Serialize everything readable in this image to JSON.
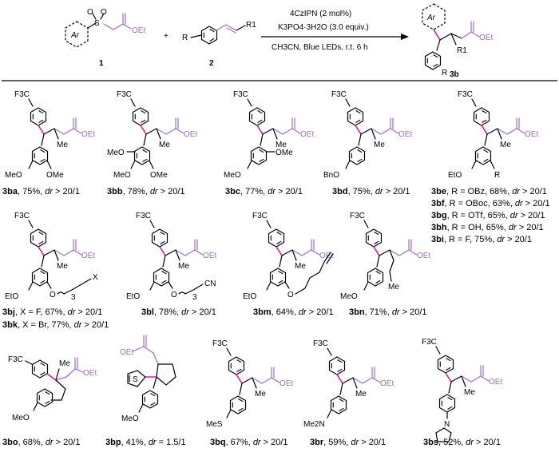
{
  "scheme": {
    "reagent1_label": "1",
    "reagent2_label": "2",
    "product_label": "3b",
    "plus": "+",
    "aryl_label": "Ar",
    "r_label": "R",
    "r1_label": "R1",
    "ester_label": "OEt",
    "sulfone_s": "S",
    "sulfone_o": "O",
    "conditions_line1": "4CzIPN (2 mol%)",
    "conditions_line2": "K3PO4·3H2O (3.0 equiv.)",
    "conditions_line3": "CH3CN, Blue LEDs, r.t. 6 h"
  },
  "labels": {
    "cf3": "F3C",
    "oet": "OEt",
    "me": "Me",
    "meo": "MeO",
    "ome": "OMe",
    "bno": "BnO",
    "eto": "EtO",
    "r": "R",
    "x": "X",
    "cn": "CN",
    "o": "O",
    "sub3": "3",
    "mes": "MeS",
    "me2n": "Me2N",
    "n": "N",
    "s": "S"
  },
  "compounds": [
    {
      "id": "3ba",
      "text": ", 75%, ",
      "dr": "dr",
      "ratio": " > 20/1"
    },
    {
      "id": "3bb",
      "text": ", 78%, ",
      "dr": "dr",
      "ratio": " > 20/1"
    },
    {
      "id": "3bc",
      "text": ", 77%, ",
      "dr": "dr",
      "ratio": " > 20/1"
    },
    {
      "id": "3bd",
      "text": ", 75%, ",
      "dr": "dr",
      "ratio": " > 20/1"
    },
    {
      "id": "3be",
      "text": ", R = OBz, 68%, ",
      "dr": "dr",
      "ratio": " > 20/1"
    },
    {
      "id": "3bf",
      "text": ", R = OBoc, 63%, ",
      "dr": "dr",
      "ratio": " > 20/1"
    },
    {
      "id": "3bg",
      "text": ", R = OTf, 65%, ",
      "dr": "dr",
      "ratio": " > 20/1"
    },
    {
      "id": "3bh",
      "text": ", R = OH, 65%, ",
      "dr": "dr",
      "ratio": " > 20/1"
    },
    {
      "id": "3bi",
      "text": ", R = F, 75%, ",
      "dr": "dr",
      "ratio": " > 20/1"
    },
    {
      "id": "3bj",
      "text": ", X = F, 67%, ",
      "dr": "dr",
      "ratio": " > 20/1"
    },
    {
      "id": "3bk",
      "text": ", X = Br, 77%, ",
      "dr": "dr",
      "ratio": " > 20/1"
    },
    {
      "id": "3bl",
      "text": ", 78%, ",
      "dr": "dr",
      "ratio": " > 20/1"
    },
    {
      "id": "3bm",
      "text": ", 64%, ",
      "dr": "dr",
      "ratio": " > 20/1"
    },
    {
      "id": "3bn",
      "text": ", 71%, ",
      "dr": "dr",
      "ratio": " > 20/1"
    },
    {
      "id": "3bo",
      "text": ", 68%, ",
      "dr": "dr",
      "ratio": " > 20/1"
    },
    {
      "id": "3bp",
      "text": ", 41%, ",
      "dr": "dr",
      "ratio": " = 1.5/1"
    },
    {
      "id": "3bq",
      "text": ", 67%, ",
      "dr": "dr",
      "ratio": " > 20/1"
    },
    {
      "id": "3br",
      "text": ", 59%, ",
      "dr": "dr",
      "ratio": " > 20/1"
    },
    {
      "id": "3bs",
      "text": ", 52%, ",
      "dr": "dr",
      "ratio": " > 20/1"
    }
  ]
}
